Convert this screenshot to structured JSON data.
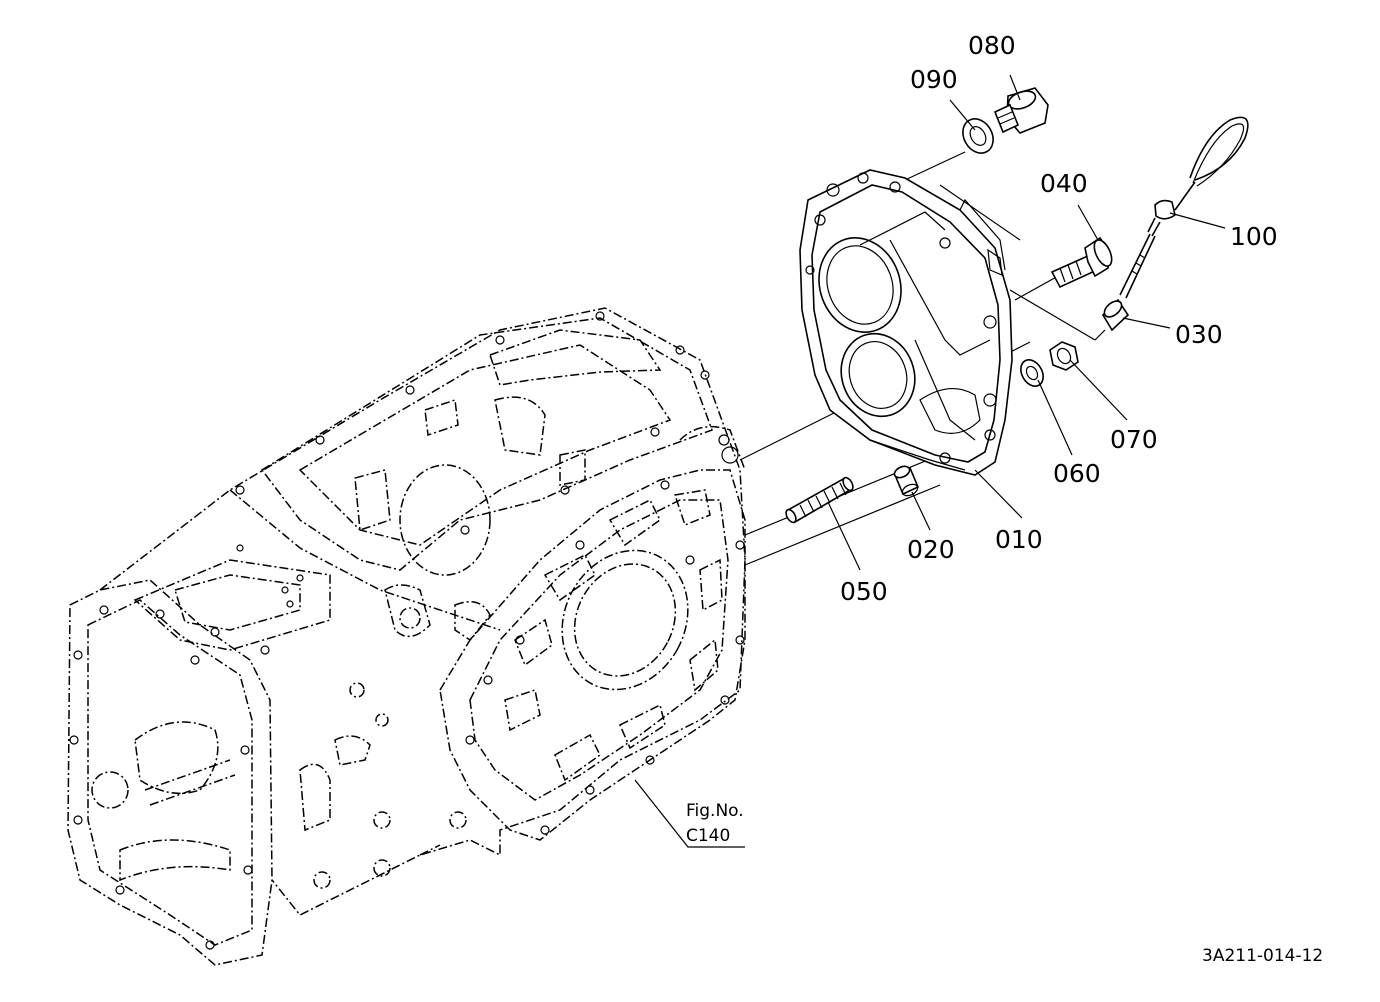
{
  "parts": [
    {
      "id": "p010",
      "label": "010"
    },
    {
      "id": "p020",
      "label": "020"
    },
    {
      "id": "p030",
      "label": "030"
    },
    {
      "id": "p040",
      "label": "040"
    },
    {
      "id": "p050",
      "label": "050"
    },
    {
      "id": "p060",
      "label": "060"
    },
    {
      "id": "p070",
      "label": "070"
    },
    {
      "id": "p080",
      "label": "080"
    },
    {
      "id": "p090",
      "label": "090"
    },
    {
      "id": "p100",
      "label": "100"
    }
  ],
  "fig_ref": {
    "line1": "Fig.No.",
    "line2": "C140"
  },
  "drawing_code": "3A211-014-12"
}
